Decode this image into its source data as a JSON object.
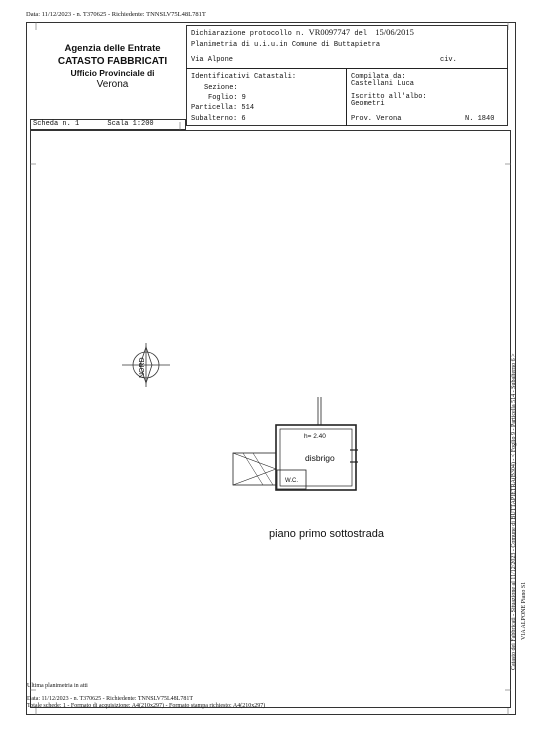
{
  "top_info": "Data: 11/12/2023 - n. T370625 - Richiedente: TNNSLV75L48L781T",
  "agency": {
    "line1": "Agenzia delle Entrate",
    "line2": "CATASTO FABBRICATI",
    "line3": "Ufficio Provinciale di",
    "line4": "Verona"
  },
  "header": {
    "protocol_label": "Dichiarazione protocollo n.",
    "protocol_number": "VR0097747",
    "del_label": "del",
    "date": "15/06/2015",
    "planimetria": "Planimetria di u.i.u.in Comune di Buttapietra",
    "address": "Via Alpone",
    "civ": "civ."
  },
  "identifiers": {
    "title": "Identificativi Catastali:",
    "sezione_label": "Sezione:",
    "sezione_value": "",
    "foglio_label": "Foglio:",
    "foglio_value": "9",
    "particella_label": "Particella:",
    "particella_value": "514",
    "subalterno_label": "Subalterno:",
    "subalterno_value": "6"
  },
  "compilata": {
    "label": "Compilata da:",
    "name": "Castellani Luca",
    "iscritto": "Iscritto all'albo:",
    "albo": "Geometri",
    "prov": "Prov. Verona",
    "number": "N. 1840"
  },
  "scheda": {
    "label": "Scheda n. 1",
    "scala": "Scala 1:200"
  },
  "plan": {
    "north": "NORD",
    "height": "h= 2.40",
    "room": "disbrigo",
    "wc": "W.C.",
    "floor": "piano primo sottostrada"
  },
  "side_text": {
    "line1": "Catasto dei Fabbricati - Situazione al 11/12/2023 - Comune di BUTTAPIETRA(B304) - < Foglio 9 - Particella 514 - Subalterno 6 >",
    "line2": "VIA ALPONE Piano S1"
  },
  "bottom": {
    "ultima": "Ultima planimetria in atti",
    "data": "Data: 11/12/2023 - n. T370625 - Richiedente: TNNSLV75L48L781T",
    "totale": "Totale schede: 1 - Formato di acquisizione: A4(210x297) - Formato stampa richiesto: A4(210x297)"
  }
}
